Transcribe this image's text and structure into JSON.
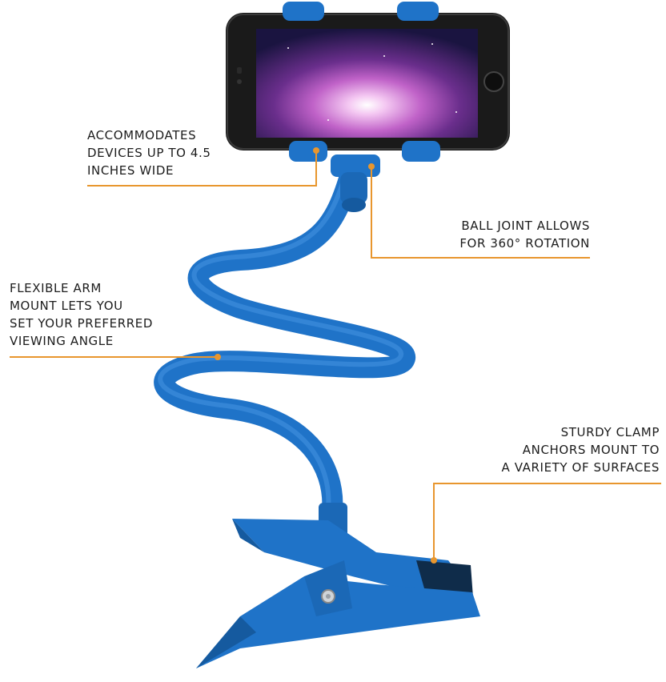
{
  "colors": {
    "product_blue": "#1f73c8",
    "product_blue_dark": "#155a9f",
    "callout_line": "#e8962e",
    "phone_body": "#1a1a1a",
    "text": "#1c1c1c"
  },
  "callouts": {
    "width": {
      "lines": [
        "ACCOMMODATES",
        "DEVICES UP TO 4.5",
        "INCHES WIDE"
      ]
    },
    "ball_joint": {
      "lines": [
        "BALL JOINT ALLOWS",
        "FOR 360° ROTATION"
      ]
    },
    "flexible_arm": {
      "lines": [
        "FLEXIBLE ARM",
        "MOUNT LETS YOU",
        "SET YOUR PREFERRED",
        "VIEWING ANGLE"
      ]
    },
    "clamp": {
      "lines": [
        "STURDY CLAMP",
        "ANCHORS MOUNT TO",
        "A VARIETY OF SURFACES"
      ]
    }
  }
}
